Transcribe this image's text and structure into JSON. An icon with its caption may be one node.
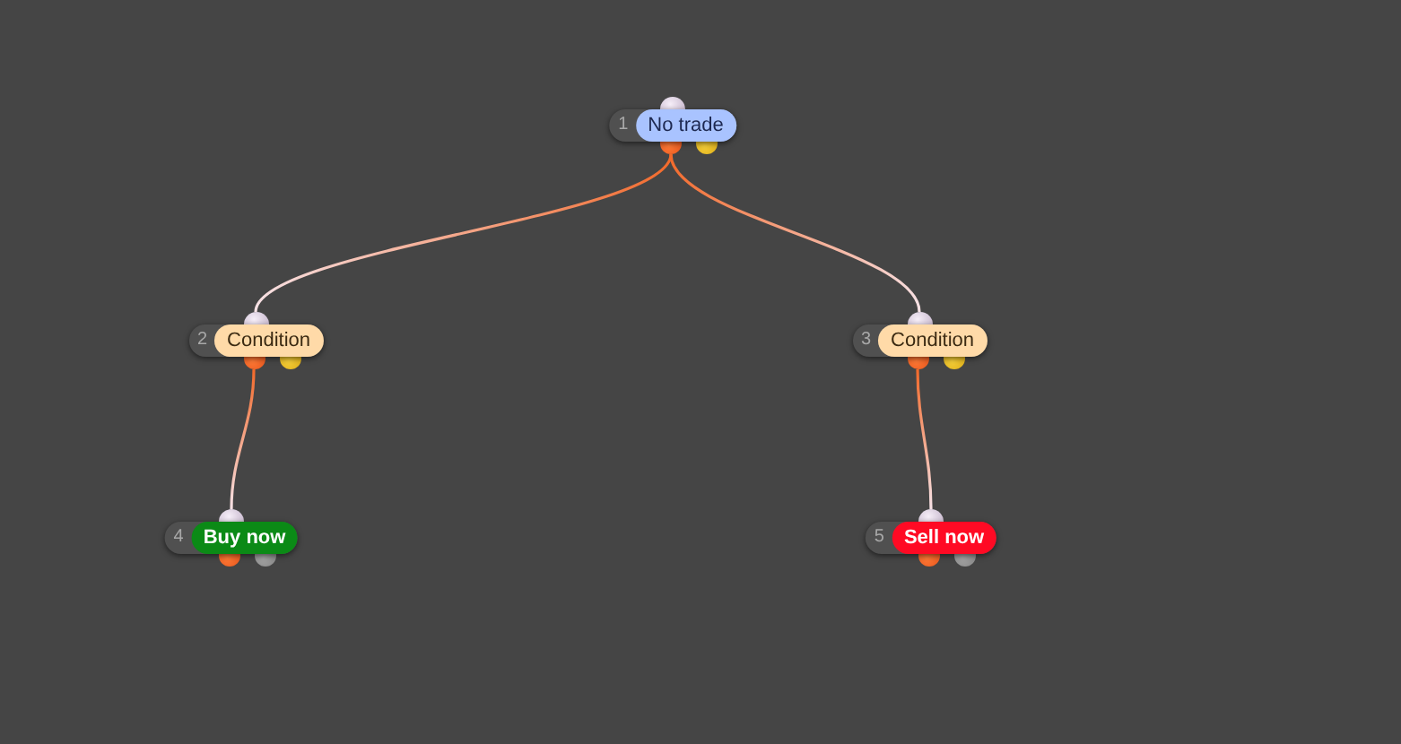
{
  "diagram": {
    "nodes": [
      {
        "text": [
          "1",
          "No trade"
        ]
      },
      {
        "text": [
          "2",
          "Condition"
        ]
      },
      {
        "text": [
          "3",
          "Condition"
        ]
      },
      {
        "text": [
          "4",
          "Buy now"
        ]
      },
      {
        "text": [
          "5",
          "Sell now"
        ]
      }
    ],
    "edges": [
      {
        "from": 0,
        "to": 1,
        "arrow": "none"
      },
      {
        "from": 0,
        "to": 2,
        "arrow": "none"
      },
      {
        "from": 1,
        "to": 3,
        "arrow": "none"
      },
      {
        "from": 2,
        "to": 4,
        "arrow": "none"
      }
    ]
  }
}
